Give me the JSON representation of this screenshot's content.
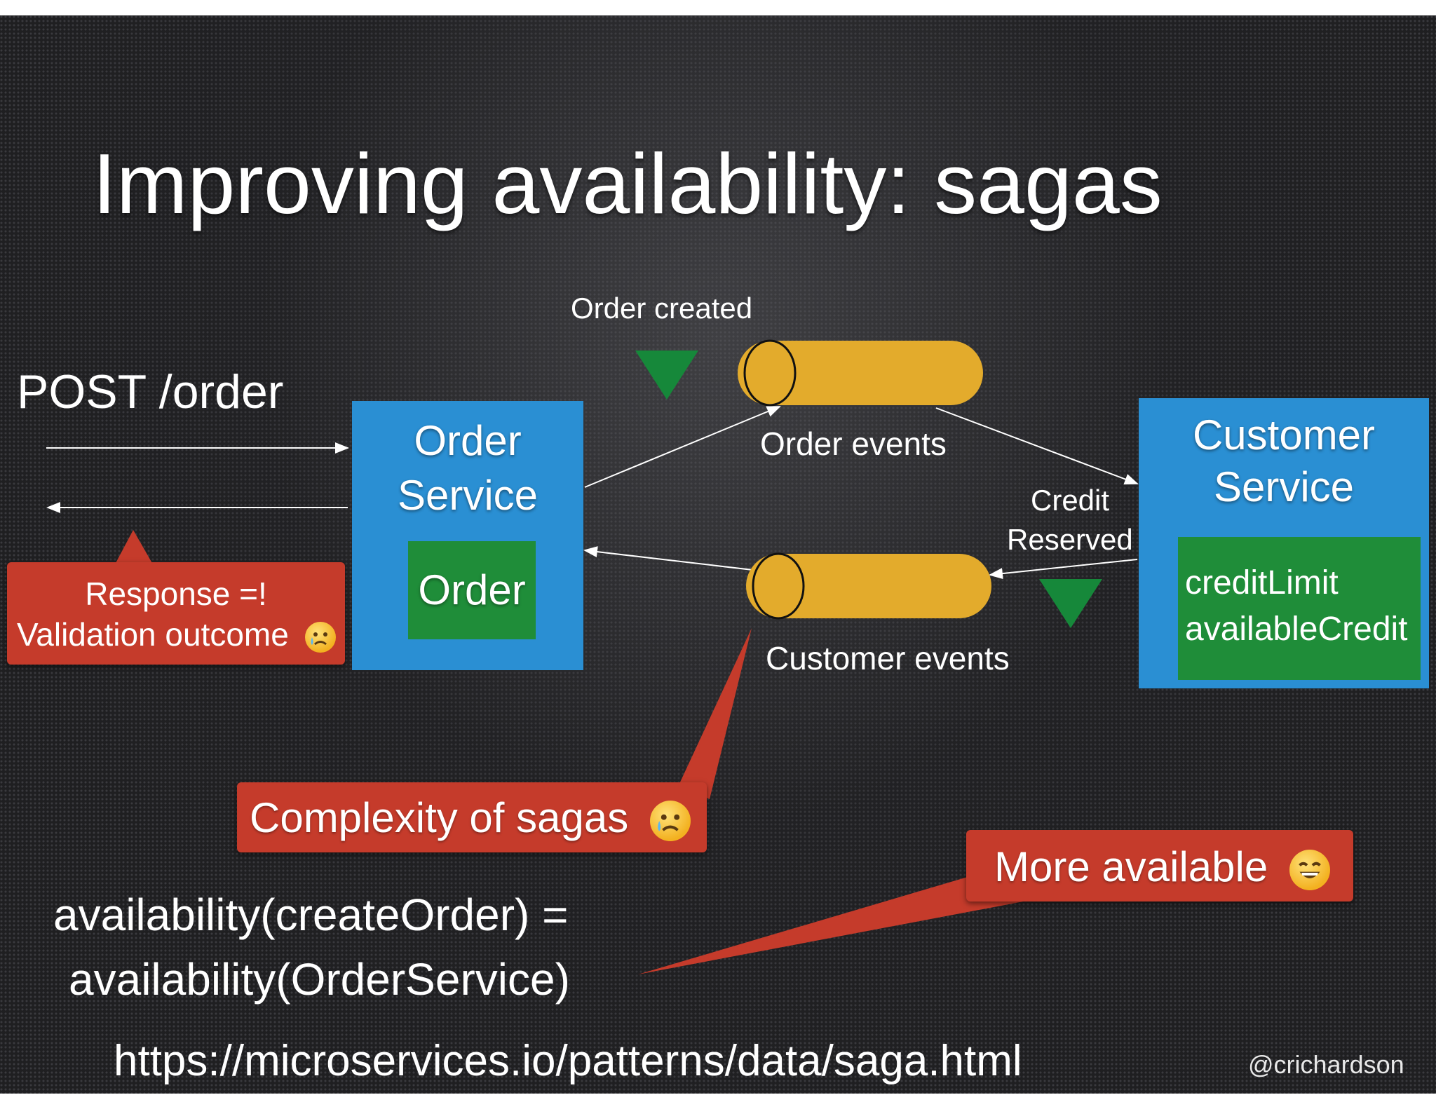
{
  "title": "Improving availability: sagas",
  "request": {
    "label": "POST /order"
  },
  "order_service": {
    "title_line1": "Order",
    "title_line2": "Service",
    "entity": "Order"
  },
  "customer_service": {
    "title_line1": "Customer",
    "title_line2": "Service",
    "field1": "creditLimit",
    "field2": "availableCredit"
  },
  "queues": {
    "order_created": "Order created",
    "order_events": "Order events",
    "credit_reserved_line1": "Credit",
    "credit_reserved_line2": "Reserved",
    "customer_events": "Customer events"
  },
  "callouts": {
    "response_line1": "Response =!",
    "response_line2": "Validation outcome",
    "complexity": "Complexity of sagas",
    "more_available": "More available"
  },
  "emojis": {
    "response": "crying-face-icon",
    "complexity": "crying-face-icon",
    "more_available": "grinning-face-icon"
  },
  "formula": {
    "line1": "availability(createOrder) =",
    "line2": "availability(OrderService)"
  },
  "link": "https://microservices.io/patterns/data/saga.html",
  "author": "@crichardson",
  "colors": {
    "service_blue": "#2a8fd3",
    "entity_green": "#1f8d39",
    "queue_gold": "#e3ab2c",
    "callout_red": "#c53b2b",
    "event_green": "#16883a"
  }
}
